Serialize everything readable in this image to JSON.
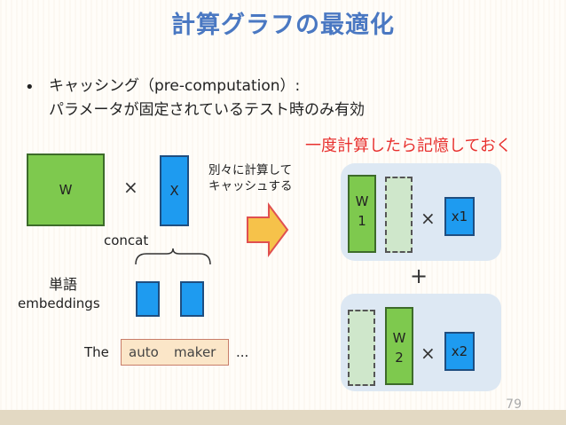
{
  "slide": {
    "title": "計算グラフの最適化",
    "bullet_symbol": "•",
    "bullet_line1": "キャッシング（pre-computation）:",
    "bullet_line2": "パラメータが固定されているテスト時のみ有効",
    "red_note": "一度計算したら記憶しておく",
    "page_number": "79"
  },
  "left_diagram": {
    "w_label": "W",
    "x_label": "X",
    "times": "×",
    "concat_label": "concat",
    "word_label_line1": "単語",
    "word_label_line2": "embeddings",
    "words": [
      "The",
      "auto",
      "maker",
      "..."
    ]
  },
  "arrow_note": {
    "line1": "別々に計算して",
    "line2": "キャッシュする"
  },
  "right_diagram": {
    "top": {
      "w_label_line1": "W",
      "w_label_line2": "1",
      "times": "×",
      "x_label": "x1"
    },
    "plus": "+",
    "bottom": {
      "w_label_line1": "W",
      "w_label_line2": "2",
      "times": "×",
      "x_label": "x2"
    }
  },
  "colors": {
    "title": "#4a78c2",
    "red_note": "#e8312f",
    "green": "#7ec94e",
    "blue": "#1e9bf0",
    "panel": "#dde8f3",
    "arrow_fill": "#f6c24a",
    "arrow_stroke": "#e05050"
  }
}
